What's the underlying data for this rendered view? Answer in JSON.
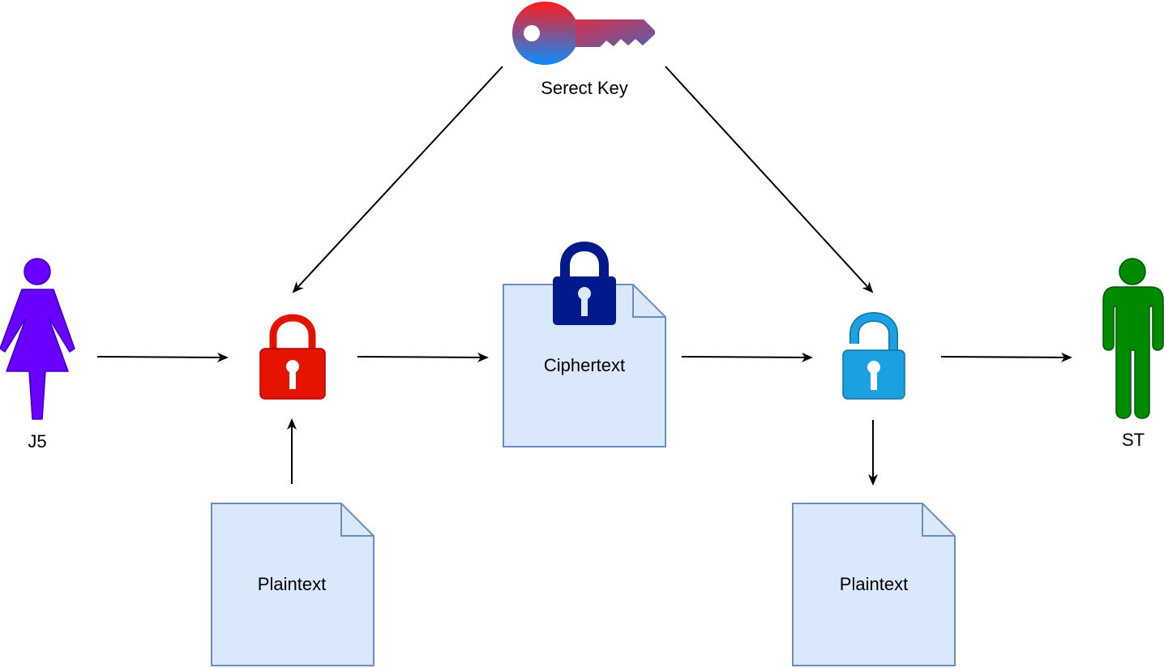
{
  "labels": {
    "secret_key": "Serect Key",
    "sender": "J5",
    "receiver": "ST",
    "ciphertext": "Ciphertext",
    "plaintext_in": "Plaintext",
    "plaintext_out": "Plaintext"
  },
  "icons": {
    "key": "key-icon",
    "encrypt_lock": "locked-padlock-icon",
    "cipher_lock": "locked-padlock-icon",
    "decrypt_lock": "unlocked-padlock-icon",
    "sender": "woman-icon",
    "receiver": "man-icon",
    "document": "document-icon"
  },
  "colors": {
    "document_fill": "#dae8fc",
    "document_stroke": "#6c8ebf",
    "encrypt_lock": "#e51400",
    "cipher_lock": "#001a8c",
    "decrypt_lock": "#1ba1e2",
    "sender": "#6a00ff",
    "receiver": "#008a00",
    "arrow": "#000000"
  }
}
